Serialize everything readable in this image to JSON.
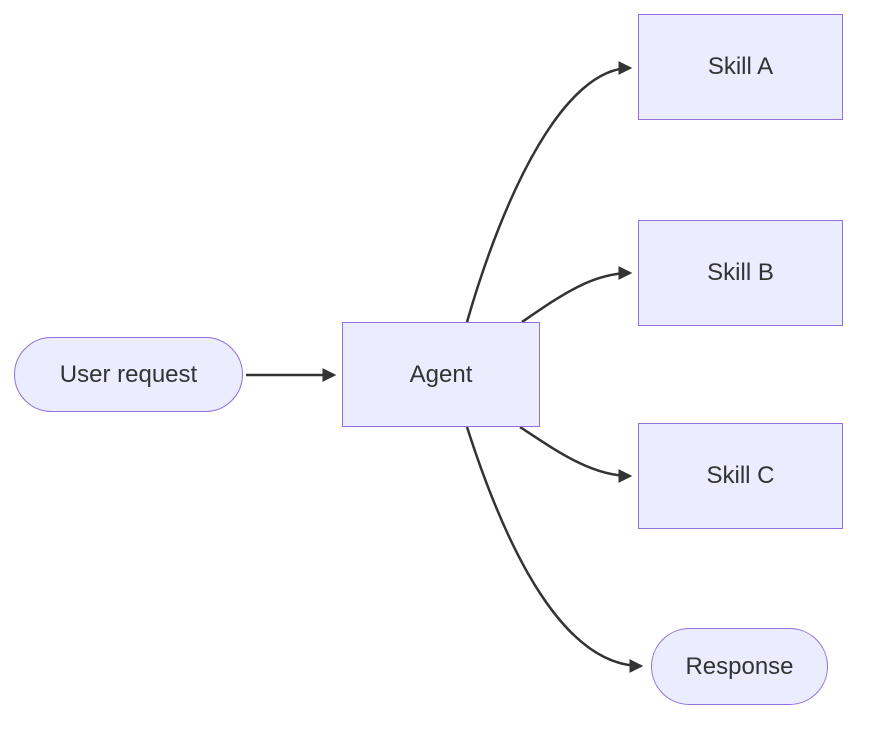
{
  "diagram": {
    "type": "flowchart",
    "direction": "left-to-right",
    "nodes": {
      "user_request": {
        "id": "user-request",
        "label": "User request",
        "shape": "stadium"
      },
      "agent": {
        "id": "agent",
        "label": "Agent",
        "shape": "rectangle"
      },
      "skill_a": {
        "id": "skill-a",
        "label": "Skill A",
        "shape": "rectangle"
      },
      "skill_b": {
        "id": "skill-b",
        "label": "Skill B",
        "shape": "rectangle"
      },
      "skill_c": {
        "id": "skill-c",
        "label": "Skill C",
        "shape": "rectangle"
      },
      "response": {
        "id": "response",
        "label": "Response",
        "shape": "stadium"
      }
    },
    "edges": [
      {
        "from": "user-request",
        "to": "agent",
        "style": "arrow"
      },
      {
        "from": "agent",
        "to": "skill-a",
        "style": "arrow"
      },
      {
        "from": "agent",
        "to": "skill-b",
        "style": "arrow"
      },
      {
        "from": "agent",
        "to": "skill-c",
        "style": "arrow"
      },
      {
        "from": "agent",
        "to": "response",
        "style": "arrow"
      }
    ]
  },
  "colors": {
    "node-fill": "#ECECFF",
    "node-border": "#9370DB",
    "text-color": "#333333",
    "edge-color": "#333333",
    "canvas-bg": "#FFFFFF"
  }
}
